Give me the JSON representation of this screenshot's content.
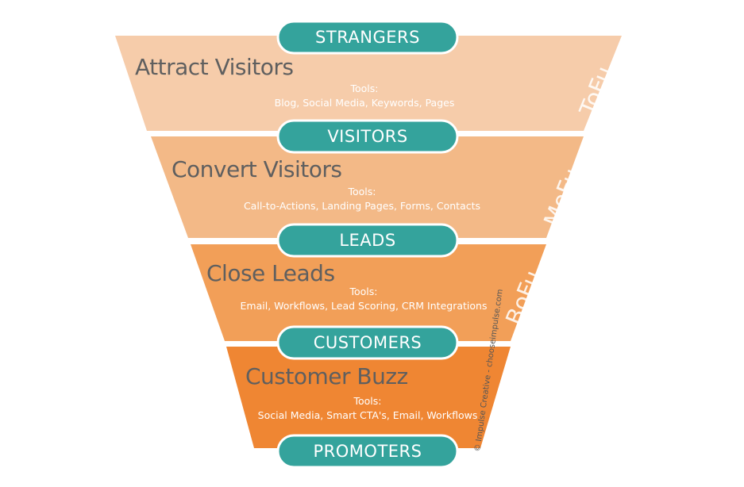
{
  "colors": {
    "tier1": "#f6ccaa",
    "tier2": "#f3b987",
    "tier3": "#f29f58",
    "tier4": "#ef8633",
    "pill": "#34a39c",
    "pill_border": "#ffffff",
    "title_text": "#5f5f5f"
  },
  "tiers": [
    {
      "title": "Attract Visitors",
      "tools_label": "Tools:",
      "tools": "Blog, Social Media, Keywords, Pages",
      "funnel_stage": "ToFu"
    },
    {
      "title": "Convert Visitors",
      "tools_label": "Tools:",
      "tools": "Call-to-Actions, Landing Pages, Forms, Contacts",
      "funnel_stage": "MoFu"
    },
    {
      "title": "Close Leads",
      "tools_label": "Tools:",
      "tools": "Email, Workflows, Lead Scoring, CRM Integrations",
      "funnel_stage": "BoFu"
    },
    {
      "title": "Customer Buzz",
      "tools_label": "Tools:",
      "tools": "Social Media, Smart CTA's, Email, Workflows",
      "funnel_stage": ""
    }
  ],
  "stages": [
    "STRANGERS",
    "VISITORS",
    "LEADS",
    "CUSTOMERS",
    "PROMOTERS"
  ],
  "credit": "© Impulse Creative - chooseimpulse.com"
}
